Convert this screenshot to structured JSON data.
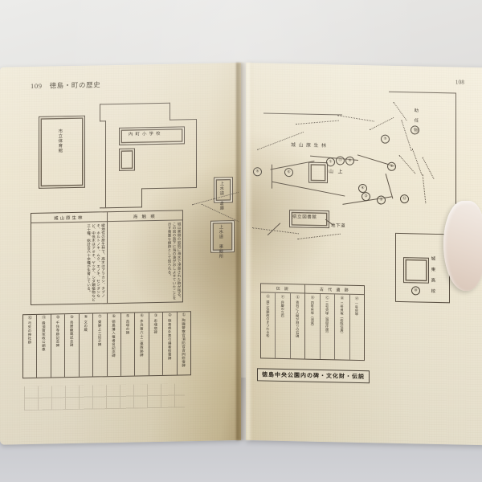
{
  "photo": {
    "subject": "open-japanese-book-two-page-spread",
    "background_color": "#c9c9cb",
    "page_color": "#e8e0cb",
    "ink_color": "#3a3228"
  },
  "left_page": {
    "folio": "109",
    "running_head": "徳島・町の歴史",
    "plan": {
      "buildings": [
        {
          "label": "市立体育館"
        },
        {
          "label": "内町小学校"
        },
        {
          "label": "上水道\n倉庫"
        },
        {
          "label": "上水道\n事務所"
        }
      ]
    },
    "text_table": {
      "columns": [
        {
          "header": "城山原生林",
          "body": "暖地性の原生林で、高木はアラカシ、タブノキ、ホルトノキ、ムク、エノキ、センダンなど、中低木はアオキ、ヤツデ、シダ類植物など三十種、総計百六十余種が生育している。"
        },
        {
          "header": "海 触 痕",
          "body": "城山東側の岩肌に海水で浸食された跡が残る。この岩の直下に海の波がおしよせていたことを示す貴重な痕跡として知られる。"
        }
      ]
    },
    "numbered_table": {
      "entries": [
        {
          "no": "⑫",
          "text": "弓矢の神社跡"
        },
        {
          "no": "⑪",
          "text": "蜂須賀家政公銅像"
        },
        {
          "no": "⑩",
          "text": "千住寺跡記念碑"
        },
        {
          "no": "⑨",
          "text": "鳥居龍蔵記念碑"
        },
        {
          "no": "⑧",
          "text": "文の蔵"
        },
        {
          "no": "⑦",
          "text": "東野上三記之碑"
        },
        {
          "no": "⑥",
          "text": "徳島藩入植者名記念碑"
        },
        {
          "no": "⑤",
          "text": "舌塚の碑"
        },
        {
          "no": "④",
          "text": "歩兵第六十二連隊跡碑"
        },
        {
          "no": "③",
          "text": "忠魂塔碑"
        },
        {
          "no": "②",
          "text": "徳島県外表引揚者慰霊碑"
        },
        {
          "no": "①",
          "text": "殉職警察官消防官合同慰霊碑"
        }
      ]
    }
  },
  "right_page": {
    "folio": "108",
    "map": {
      "labels": [
        {
          "text": "城 山 原 生 林"
        },
        {
          "text": "山 上"
        },
        {
          "text": "県立図書館"
        },
        {
          "text": "地下道"
        },
        {
          "text": "城 東 高 校"
        },
        {
          "text": "助 任 橋"
        }
      ],
      "markers": [
        "①",
        "②",
        "③",
        "④",
        "⑤",
        "⑥",
        "⑦",
        "⑧",
        "⑨",
        "⑩",
        "⑪",
        "⑫"
      ]
    },
    "legend": {
      "groups": [
        {
          "header": "伝 説",
          "cells": [
            {
              "mark": "Ⓖ",
              "text": "源三位頼政のまつわる松"
            },
            {
              "mark": "Ⓕ",
              "text": "弁慶の立石"
            },
            {
              "mark": "Ⓔ",
              "text": "青石に人間が刻りの石碑"
            }
          ]
        },
        {
          "header": "古 代 遺 跡",
          "cells": [
            {
              "mark": "Ⓓ",
              "text": "四号貝塚（消滅）"
            },
            {
              "mark": "Ⓒ",
              "text": "三号貝塚（洞窟住居）"
            },
            {
              "mark": "Ⓑ",
              "text": "二号貝塚（岩陰住居）"
            },
            {
              "mark": "Ⓐ",
              "text": "一号貝塚"
            }
          ]
        }
      ]
    },
    "caption": "徳島中央公園内の碑・文化財・伝説"
  }
}
